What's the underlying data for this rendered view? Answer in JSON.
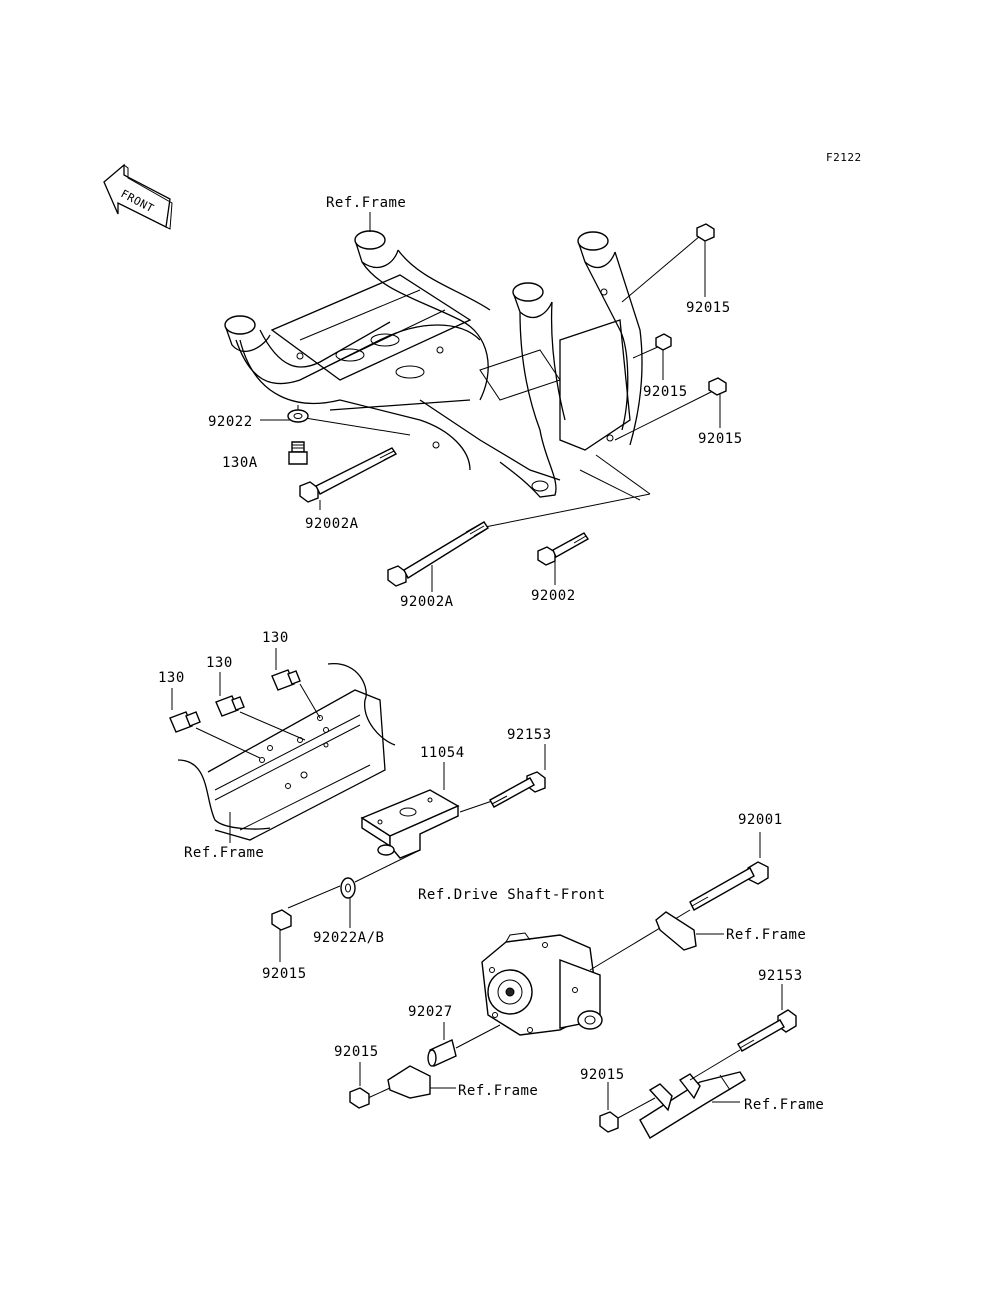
{
  "figure_code": "F2122",
  "front_marker": "FRONT",
  "labels": {
    "ref_frame_top": "Ref.Frame",
    "p92015_a": "92015",
    "p92015_b": "92015",
    "p92015_c": "92015",
    "p92022": "92022",
    "p130a": "130A",
    "p92002a_1": "92002A",
    "p92002a_2": "92002A",
    "p92002": "92002",
    "p130_1": "130",
    "p130_2": "130",
    "p130_3": "130",
    "p11054": "11054",
    "p92153_1": "92153",
    "ref_frame_mid": "Ref.Frame",
    "p92001": "92001",
    "ref_drive_shaft": "Ref.Drive Shaft-Front",
    "ref_frame_right1": "Ref.Frame",
    "p92015_d": "92015",
    "p92022ab": "92022A/B",
    "p92027": "92027",
    "p92153_2": "92153",
    "p92015_e": "92015",
    "ref_frame_bottom": "Ref.Frame",
    "p92015_f": "92015",
    "ref_frame_bottom2": "Ref.Frame"
  }
}
